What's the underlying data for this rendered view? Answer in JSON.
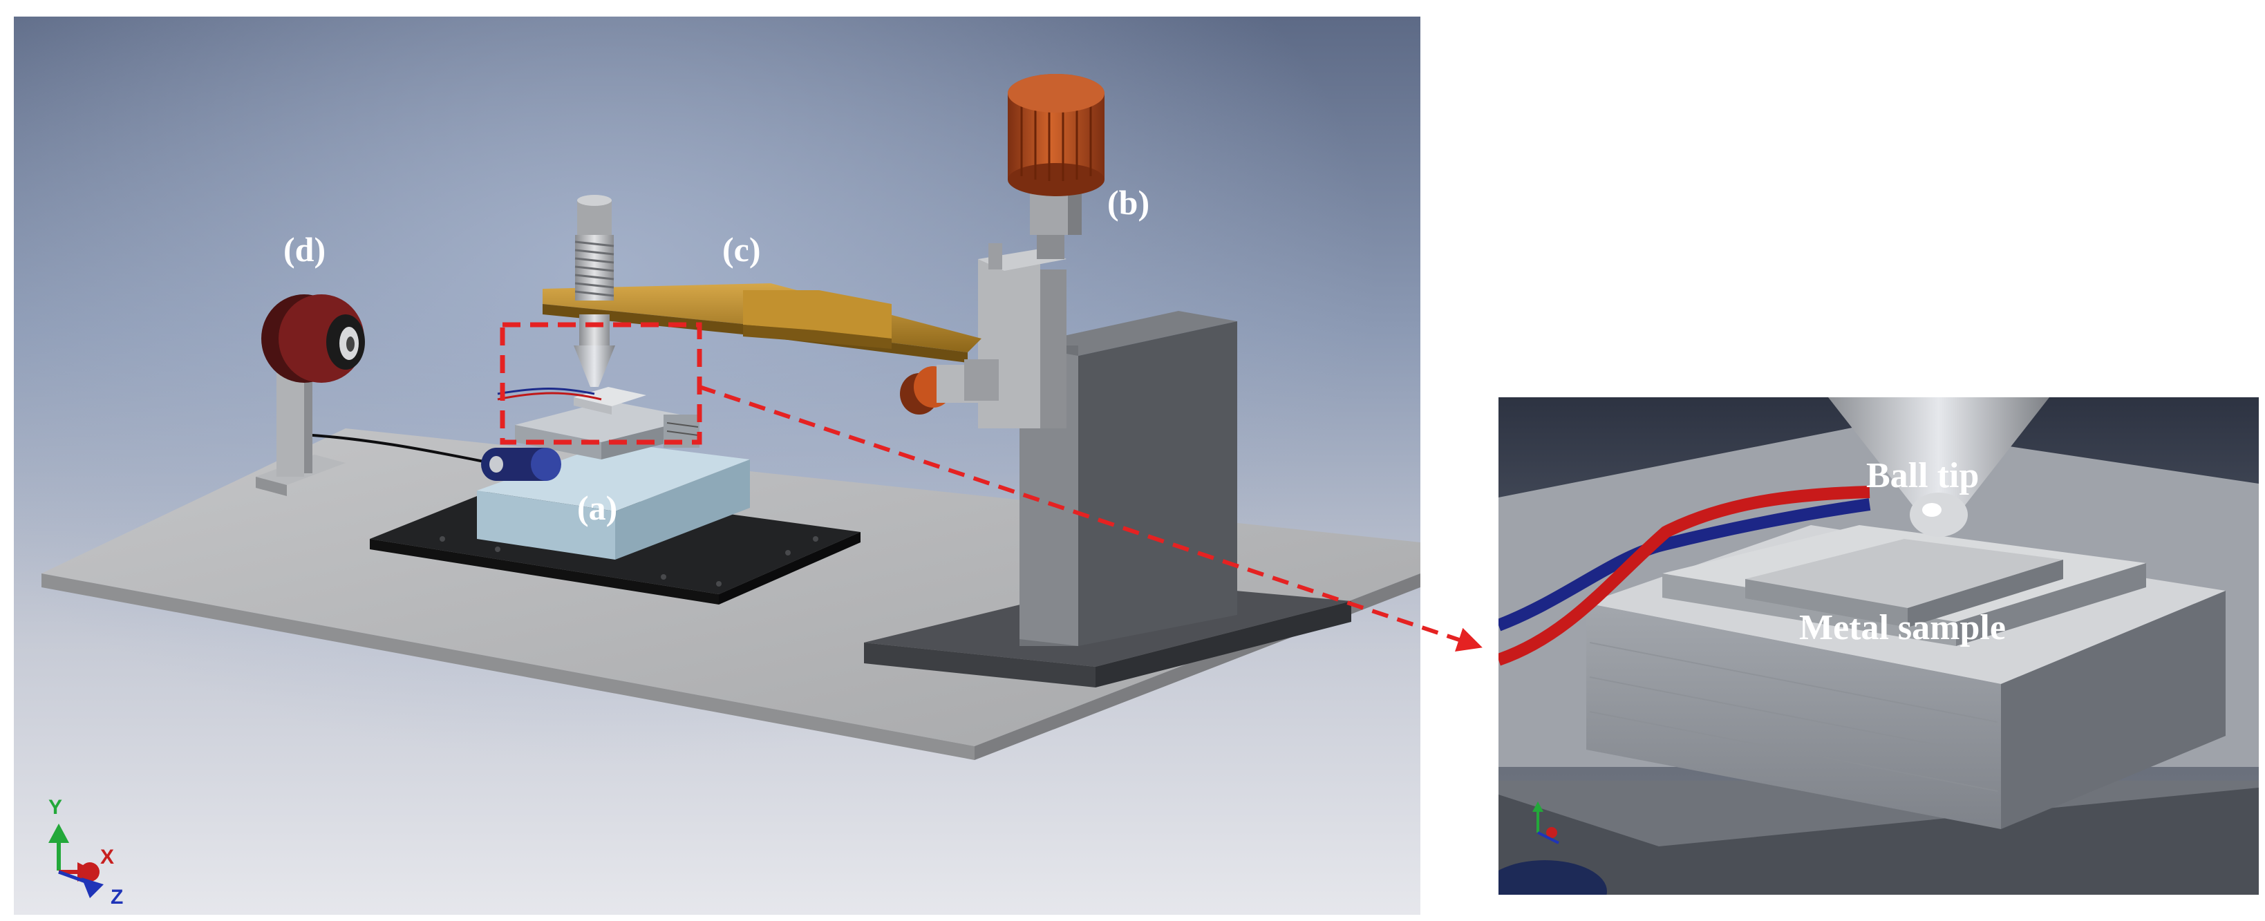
{
  "labels": {
    "a": "(a)",
    "b": "(b)",
    "c": "(c)",
    "d": "(d)"
  },
  "detail": {
    "ball_tip": "Ball tip",
    "metal_sample": "Metal sample"
  },
  "axes": {
    "x": "X",
    "y": "Y",
    "z": "Z"
  },
  "colors": {
    "highlight": "#e52222",
    "arm": "#b8892a",
    "knob": "#c8541e",
    "wheel": "#6b1c1c",
    "plate": "#b3b4b6",
    "tower": "#5d5f63"
  }
}
